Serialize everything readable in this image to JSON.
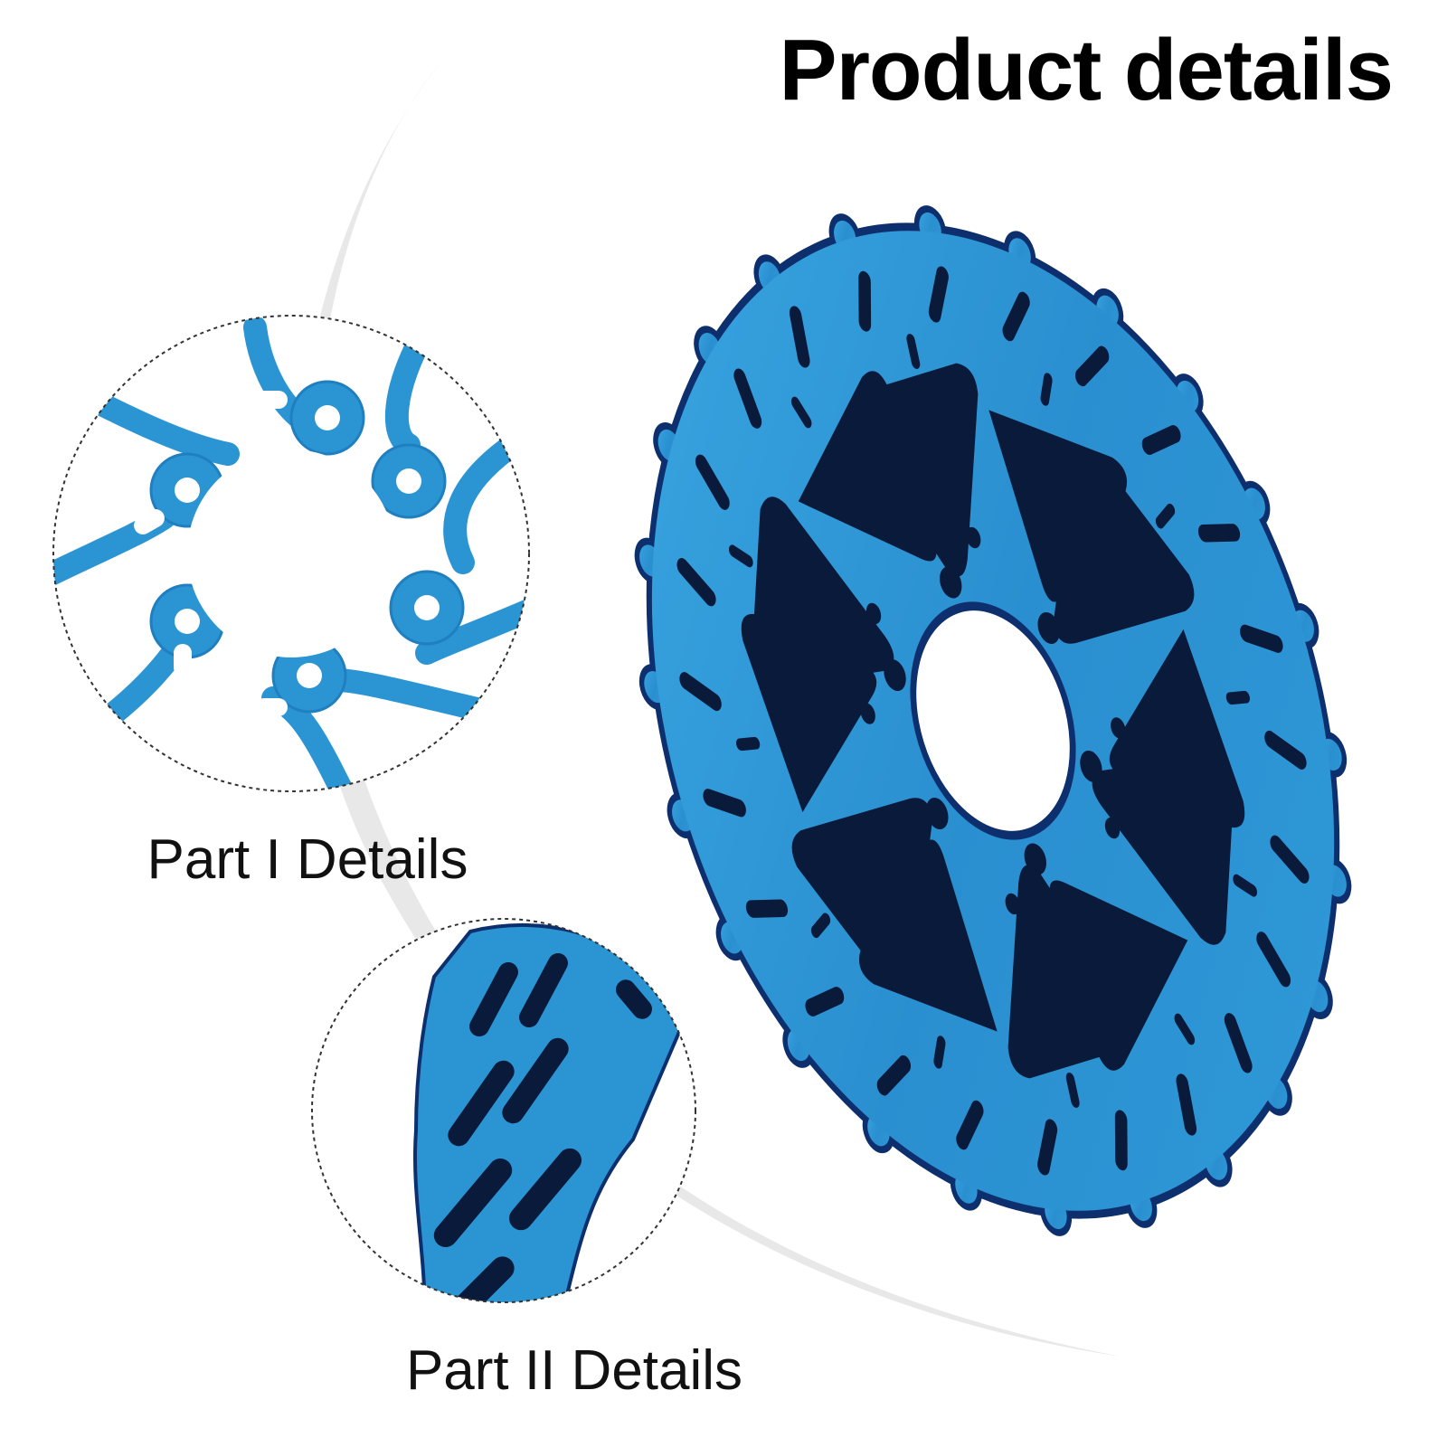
{
  "heading": {
    "title": "Product details"
  },
  "details": {
    "part1": {
      "label": "Part I Details"
    },
    "part2": {
      "label": "Part II Details"
    }
  },
  "colors": {
    "rotor_blue": "#2f97d6",
    "rotor_edge": "#0d2f6e",
    "swoosh_gray": "#e6e6e6",
    "text": "#111111"
  }
}
